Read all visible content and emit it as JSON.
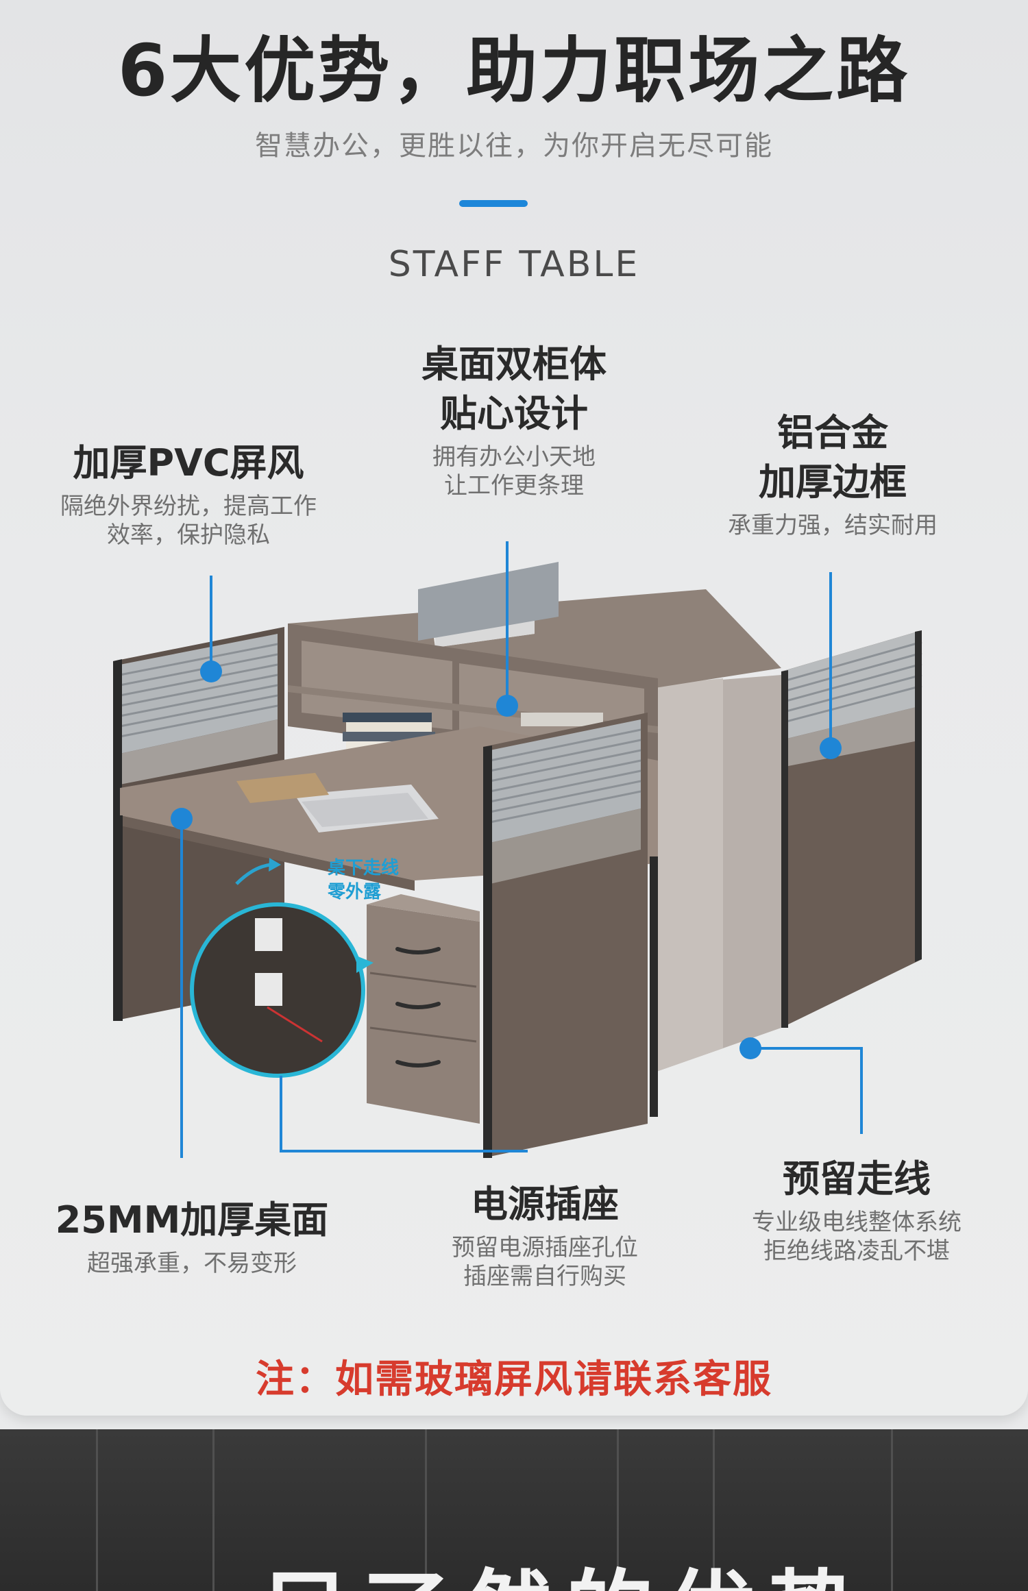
{
  "headline": "6大优势，助力职场之路",
  "subline": "智慧办公，更胜以往，为你开启无尽可能",
  "accent_color": "#1c86d9",
  "en_title": "STAFF TABLE",
  "features": {
    "pvc": {
      "title": "加厚PVC屏风",
      "desc": "隔绝外界纷扰，提高工作\n效率，保护隐私"
    },
    "cabinet": {
      "title": "桌面双柜体\n贴心设计",
      "desc": "拥有办公小天地\n让工作更条理"
    },
    "frame": {
      "title": "铝合金\n加厚边框",
      "desc": "承重力强，结实耐用"
    },
    "desktop": {
      "title": "25MM加厚桌面",
      "desc": "超强承重，不易变形"
    },
    "socket": {
      "title": "电源插座",
      "desc": "预留电源插座孔位\n插座需自行购买"
    },
    "wiring": {
      "title": "预留走线",
      "desc": "专业级电线整体系统\n拒绝线路凌乱不堪"
    }
  },
  "cable_label": "桌下走线\n零外露",
  "note": "注：如需玻璃屏风请联系客服",
  "banner_text": "一目了然的优势"
}
